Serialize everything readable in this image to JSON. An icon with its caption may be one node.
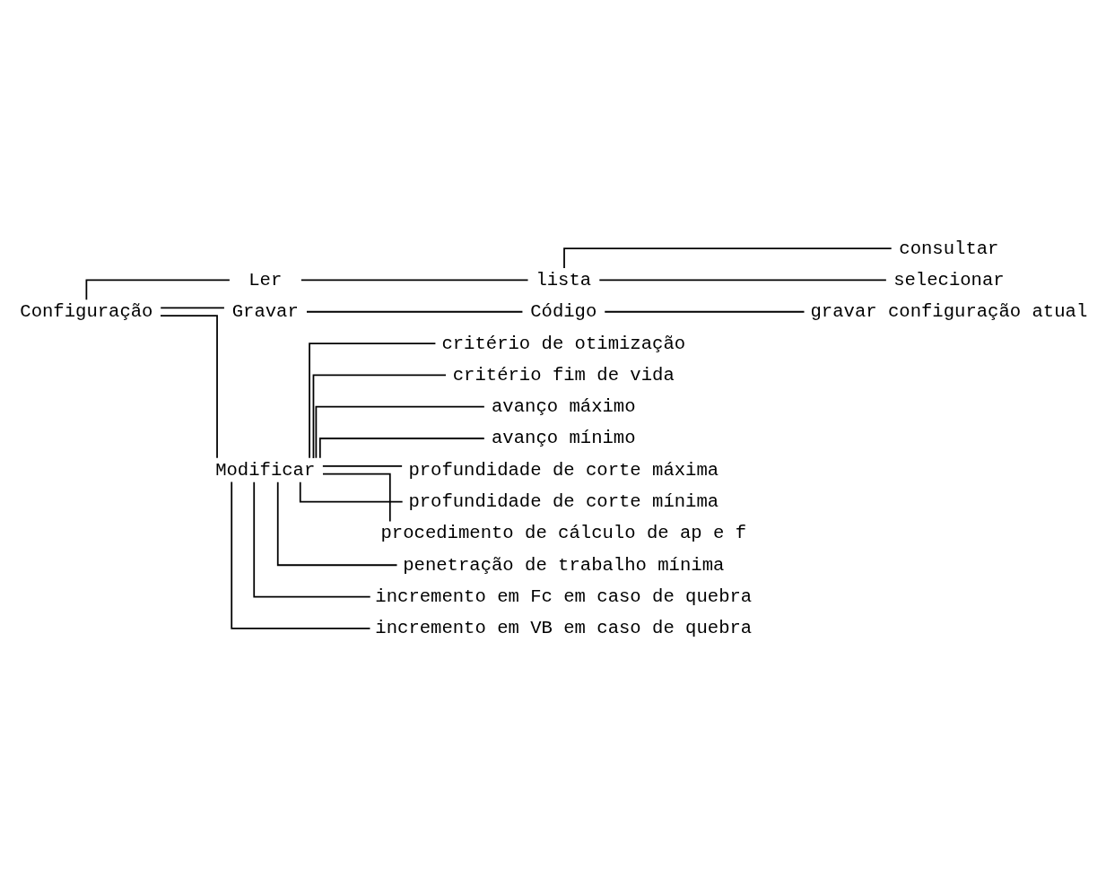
{
  "diagram": {
    "nodes": [
      {
        "text": [
          "Configuração"
        ]
      },
      {
        "text": [
          "Ler"
        ]
      },
      {
        "text": [
          "lista"
        ]
      },
      {
        "text": [
          "consultar"
        ]
      },
      {
        "text": [
          "selecionar"
        ]
      },
      {
        "text": [
          "Gravar"
        ]
      },
      {
        "text": [
          "Código"
        ]
      },
      {
        "text": [
          "gravar configuração atual"
        ]
      },
      {
        "text": [
          "Modificar"
        ]
      },
      {
        "text": [
          "critério de otimização"
        ]
      },
      {
        "text": [
          "critério fim de vida"
        ]
      },
      {
        "text": [
          "avanço máximo"
        ]
      },
      {
        "text": [
          "avanço mínimo"
        ]
      },
      {
        "text": [
          "profundidade de corte máxima"
        ]
      },
      {
        "text": [
          "profundidade de corte mínima"
        ]
      },
      {
        "text": [
          "procedimento de cálculo de ap e f"
        ]
      },
      {
        "text": [
          "penetração de trabalho mínima"
        ]
      },
      {
        "text": [
          "incremento em Fc em caso de quebra"
        ]
      },
      {
        "text": [
          "incremento em VB em caso de quebra"
        ]
      }
    ],
    "edges": [
      {
        "from": 0,
        "to": 1,
        "arrow": "none"
      },
      {
        "from": 1,
        "to": 2,
        "arrow": "none"
      },
      {
        "from": 2,
        "to": 3,
        "arrow": "none"
      },
      {
        "from": 2,
        "to": 4,
        "arrow": "none"
      },
      {
        "from": 0,
        "to": 5,
        "arrow": "none"
      },
      {
        "from": 5,
        "to": 6,
        "arrow": "none"
      },
      {
        "from": 6,
        "to": 7,
        "arrow": "none"
      },
      {
        "from": 0,
        "to": 8,
        "arrow": "none"
      },
      {
        "from": 8,
        "to": 9,
        "arrow": "none"
      },
      {
        "from": 8,
        "to": 10,
        "arrow": "none"
      },
      {
        "from": 8,
        "to": 11,
        "arrow": "none"
      },
      {
        "from": 8,
        "to": 12,
        "arrow": "none"
      },
      {
        "from": 8,
        "to": 13,
        "arrow": "none"
      },
      {
        "from": 8,
        "to": 14,
        "arrow": "none"
      },
      {
        "from": 8,
        "to": 15,
        "arrow": "none"
      },
      {
        "from": 8,
        "to": 16,
        "arrow": "none"
      },
      {
        "from": 8,
        "to": 17,
        "arrow": "none"
      },
      {
        "from": 8,
        "to": 18,
        "arrow": "none"
      }
    ]
  }
}
